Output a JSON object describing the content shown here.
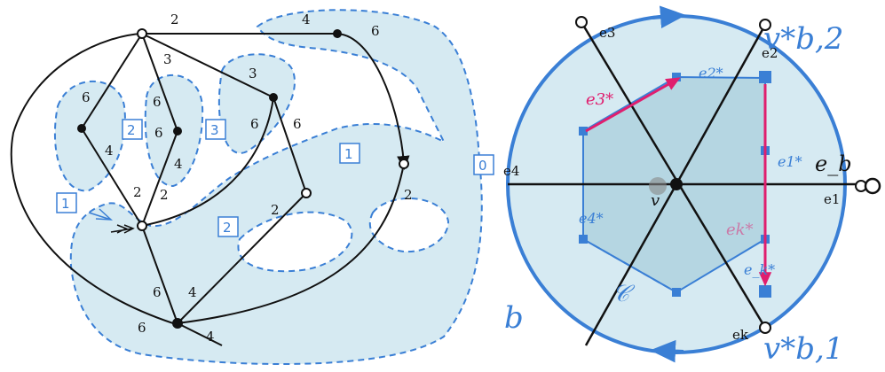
{
  "colors": {
    "blue": "#3a7fd5",
    "light_fill": "#d6eaf2",
    "hexagon_fill": "#b5d6e2",
    "pink": "#e01e6e",
    "black": "#111111"
  },
  "left_figure": {
    "edge_labels": [
      "2",
      "4",
      "6",
      "3",
      "6",
      "6",
      "3",
      "6",
      "4",
      "6",
      "4",
      "6",
      "2",
      "2",
      "2",
      "2",
      "6",
      "4",
      "6",
      "4"
    ],
    "face_boxes": [
      "2",
      "3",
      "1",
      "1",
      "2",
      "0"
    ]
  },
  "right_figure": {
    "edge_names": [
      "e3",
      "e2",
      "e4",
      "e1",
      "ek"
    ],
    "dual_vertices": [
      "v*b,2",
      "v*b,1"
    ],
    "eb_label": "e_b",
    "v_label": "v",
    "dual_edges": [
      "e3*",
      "e2*",
      "e1*",
      "e4*",
      "ek*",
      "e_k*"
    ],
    "cycle_label": "𝒞",
    "face_label": "b"
  }
}
